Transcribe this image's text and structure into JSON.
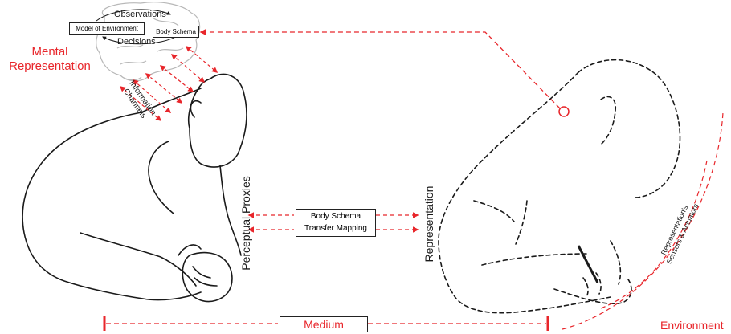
{
  "brain": {
    "observations": "Observations",
    "model_of_environment": "Model of Environment",
    "body_schema": "Body Schema",
    "decisions": "Decisions"
  },
  "labels": {
    "mental_representation": [
      "Mental",
      "Representation"
    ],
    "information_channels": [
      "Information",
      "Channels"
    ],
    "perceptual_proxies": "Perceptual Proxies",
    "representation": "Representation",
    "sensors_actuators": [
      "Representation's",
      "Sensors & Actuators"
    ],
    "medium": "Medium",
    "environment": "Environment"
  },
  "mapping_box": [
    "Body Schema",
    "Transfer Mapping"
  ],
  "colors": {
    "accent": "#e8262b",
    "ink": "#1a1a1a",
    "brain": "#b8b8b8"
  }
}
